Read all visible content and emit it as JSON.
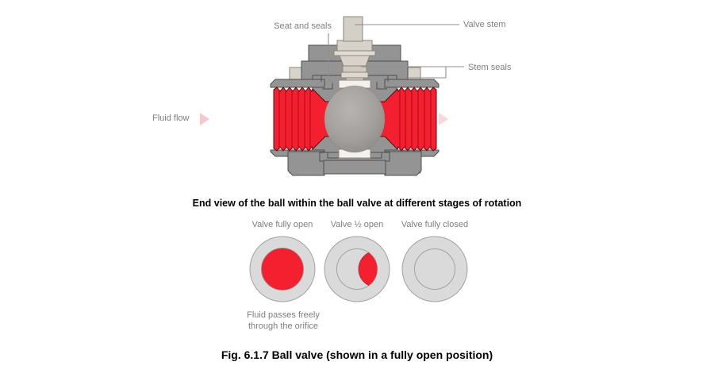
{
  "valve_diagram": {
    "labels": {
      "seat_and_seals": "Seat and seals",
      "valve_stem": "Valve stem",
      "stem_seals": "Stem seals",
      "fluid_flow": "Fluid flow"
    }
  },
  "rotation_section": {
    "heading": "End view of the ball within the ball valve at different stages of rotation",
    "stages": [
      {
        "label": "Valve fully open"
      },
      {
        "label": "Valve ½ open"
      },
      {
        "label": "Valve fully closed"
      }
    ],
    "note": [
      "Fluid passes freely",
      "through the orifice"
    ]
  },
  "figure": {
    "caption": "Fig. 6.1.7 Ball valve (shown in a fully open position)"
  },
  "colors": {
    "fluid_red": "#f5202f",
    "thread_groove_red": "#b60f1e",
    "body_gray": "#949494",
    "stem_beige": "#d8d3ca",
    "seat_white": "#f3f1ed",
    "end_view_gray": "#dadada",
    "label_gray": "#7e7e7e",
    "faint_arrow_pink": "#f9d0d4"
  }
}
